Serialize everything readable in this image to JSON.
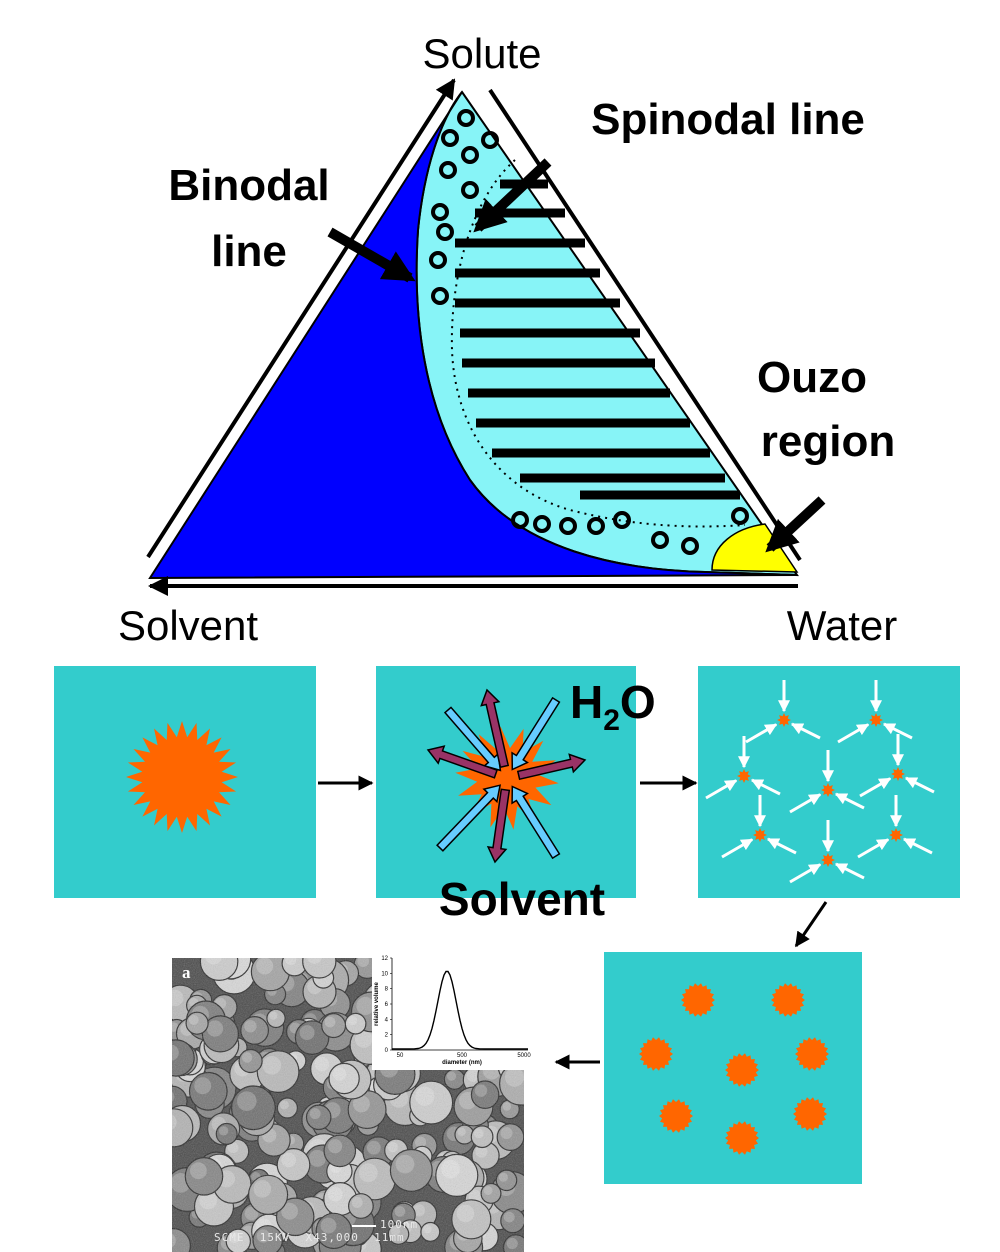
{
  "phase_diagram": {
    "vertex_top": "Solute",
    "vertex_left": "Solvent",
    "vertex_right": "Water",
    "binodal_line": [
      "Binodal",
      "line"
    ],
    "spinodal_line": "Spinodal line",
    "ouzo_region": [
      "Ouzo",
      "region"
    ]
  },
  "process": {
    "water_label_main": "H",
    "water_label_sub": "2",
    "water_label_end": "O",
    "solvent_label": "Solvent"
  },
  "sem_image": {
    "panel_letter": "a",
    "footer": "SCME  15KV  X43,000  11mm",
    "scale_bar": "100nm",
    "inset": {
      "xlabel": "diameter (nm)",
      "ylabel": "relative volume",
      "yticks": [
        "12",
        "10",
        "8",
        "6",
        "4",
        "2",
        "0"
      ],
      "xticks": [
        "50",
        "500",
        "5000"
      ]
    }
  },
  "colors": {
    "single_phase": "#0000ff",
    "metastable": "#87f4f7",
    "ouzo": "#ffff00",
    "panel_bg": "#33cccc",
    "particle": "#ff6600",
    "water_arrow": "#66ccff",
    "solvent_arrow": "#993366"
  }
}
